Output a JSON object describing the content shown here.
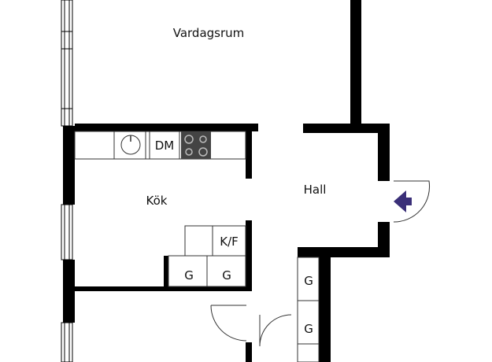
{
  "rooms": {
    "living_room": "Vardagsrum",
    "kitchen": "Kök",
    "hall": "Hall"
  },
  "fixtures": {
    "dishwasher": "DM",
    "fridge_freezer": "K/F",
    "wardrobe_kitchen_1": "G",
    "wardrobe_kitchen_2": "G",
    "wardrobe_hall_1": "G",
    "wardrobe_hall_2": "G"
  },
  "colors": {
    "wall": "#000000",
    "background": "#ffffff",
    "fixture_line": "#333333",
    "entrance_arrow": "#3a2f78",
    "stove": "#444444"
  },
  "icons": {
    "entrance": "entrance-arrow-icon",
    "sink": "sink-icon",
    "stove": "stove-icon"
  }
}
